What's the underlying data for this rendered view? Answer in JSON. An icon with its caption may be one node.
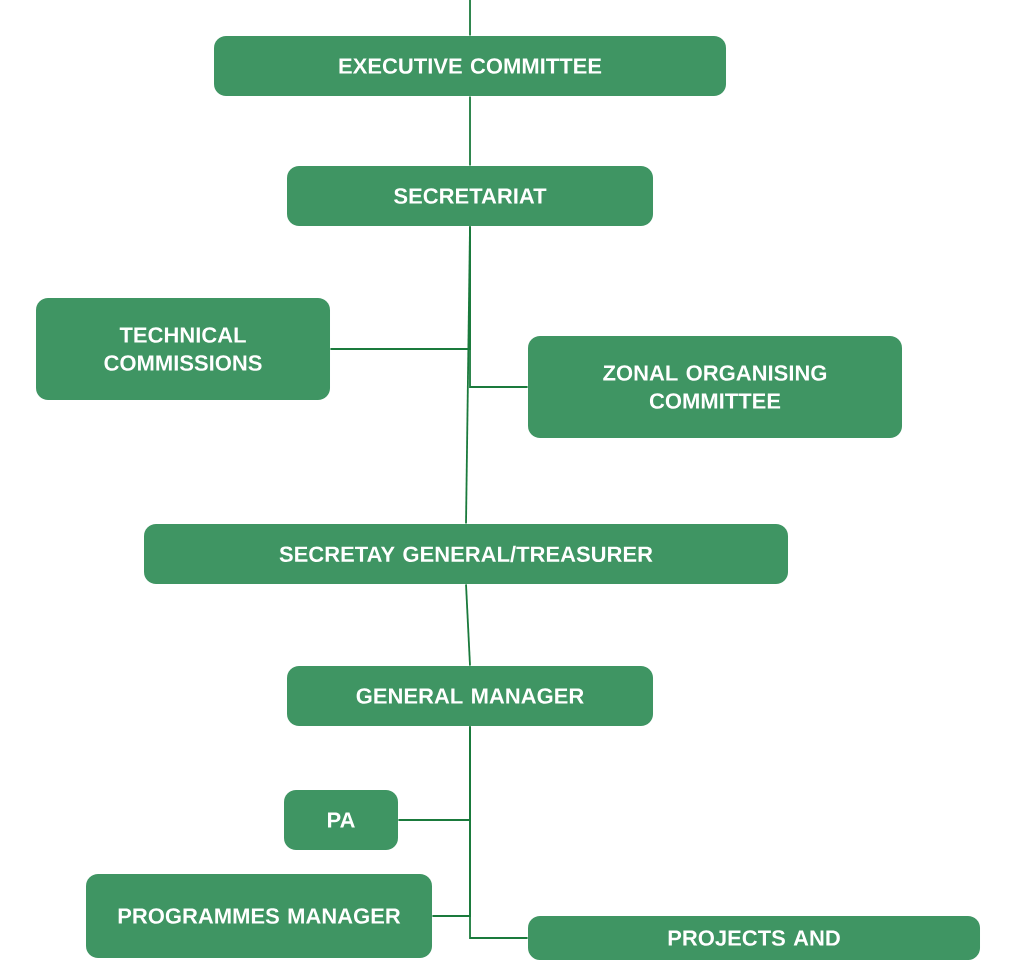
{
  "diagram": {
    "nodes": [
      {
        "text": [
          "EXECUTIVE COMMITTEE"
        ]
      },
      {
        "text": [
          "SECRETARIAT"
        ]
      },
      {
        "text": [
          "TECHNICAL COMMISSIONS"
        ]
      },
      {
        "text": [
          "ZONAL ORGANISING COMMITTEE"
        ]
      },
      {
        "text": [
          "SECRETAY GENERAL/TREASURER"
        ]
      },
      {
        "text": [
          "GENERAL MANAGER"
        ]
      },
      {
        "text": [
          "PA"
        ]
      },
      {
        "text": [
          "PROGRAMMES MANAGER"
        ]
      },
      {
        "text": [
          "PROJECTS AND"
        ]
      }
    ],
    "edges": [
      {
        "from": null,
        "to": 0,
        "arrow": "none"
      },
      {
        "from": 0,
        "to": 1,
        "arrow": "none"
      },
      {
        "from": 1,
        "to": 2,
        "arrow": "none"
      },
      {
        "from": 1,
        "to": 3,
        "arrow": "none"
      },
      {
        "from": 1,
        "to": 4,
        "arrow": "none"
      },
      {
        "from": 4,
        "to": 5,
        "arrow": "none"
      },
      {
        "from": 5,
        "to": 6,
        "arrow": "none"
      },
      {
        "from": 5,
        "to": 7,
        "arrow": "none"
      },
      {
        "from": 5,
        "to": 8,
        "arrow": "none"
      }
    ]
  }
}
